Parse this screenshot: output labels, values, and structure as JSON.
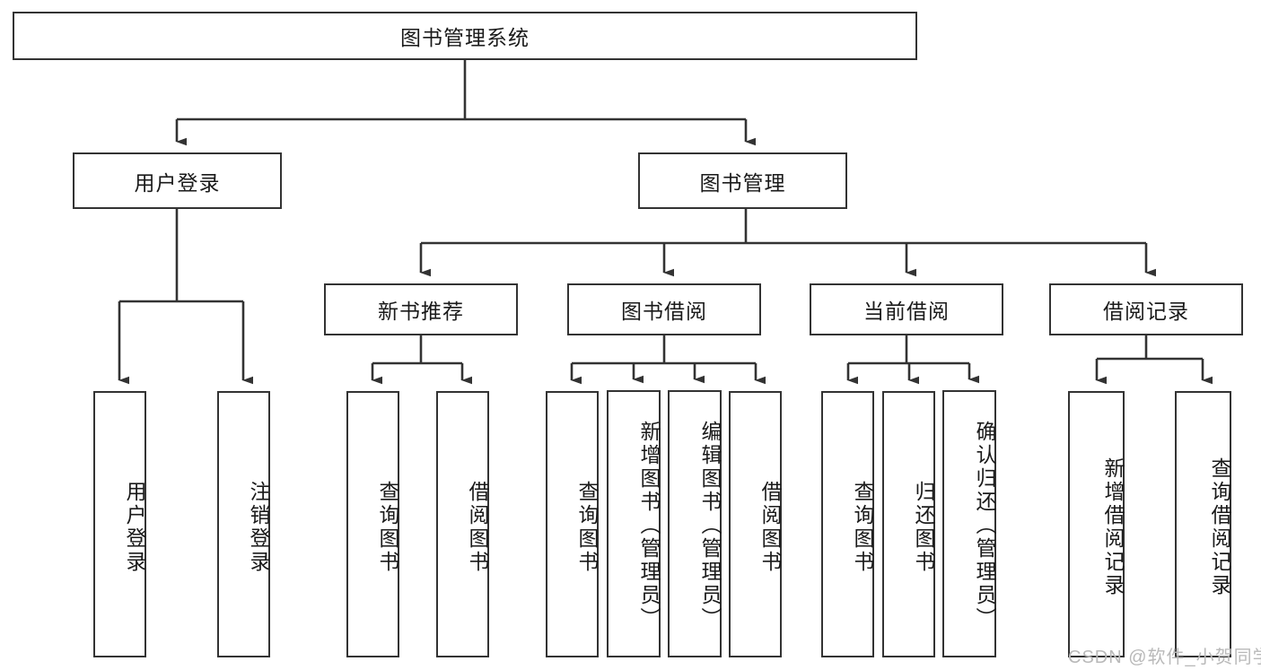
{
  "diagram": {
    "title": "图书管理系统",
    "watermark": "CSDN @软件_小贺同学",
    "colors": {
      "box_border": "#333333",
      "box_fill": "#ffffff",
      "edge": "#333333",
      "text": "#1a1a1a",
      "watermark": "#b9b9b9",
      "background": "#ffffff"
    },
    "levels": {
      "root": "图书管理系统",
      "level2": [
        "用户登录",
        "图书管理"
      ],
      "level3": [
        "新书推荐",
        "图书借阅",
        "当前借阅",
        "借阅记录"
      ]
    },
    "nodes": {
      "root": {
        "label": "图书管理系统"
      },
      "user_login": {
        "label": "用户登录"
      },
      "book_manage": {
        "label": "图书管理"
      },
      "new_book_rec": {
        "label": "新书推荐"
      },
      "book_borrow": {
        "label": "图书借阅"
      },
      "current_borrow": {
        "label": "当前借阅"
      },
      "borrow_record": {
        "label": "借阅记录"
      },
      "leaf_user_login": {
        "label": "用户登录"
      },
      "leaf_logout": {
        "label": "注销登录"
      },
      "leaf_query_book_1": {
        "label": "查询图书"
      },
      "leaf_borrow_book_1": {
        "label": "借阅图书"
      },
      "leaf_query_book_2": {
        "label": "查询图书"
      },
      "leaf_add_book": {
        "label": "新增图书（管理员）"
      },
      "leaf_edit_book": {
        "label": "编辑图书（管理员）"
      },
      "leaf_borrow_book_2": {
        "label": "借阅图书"
      },
      "leaf_query_book_3": {
        "label": "查询图书"
      },
      "leaf_return_book": {
        "label": "归还图书"
      },
      "leaf_confirm_return": {
        "label": "确认归还（管理员）"
      },
      "leaf_add_record": {
        "label": "新增借阅记录"
      },
      "leaf_query_record": {
        "label": "查询借阅记录"
      }
    }
  }
}
